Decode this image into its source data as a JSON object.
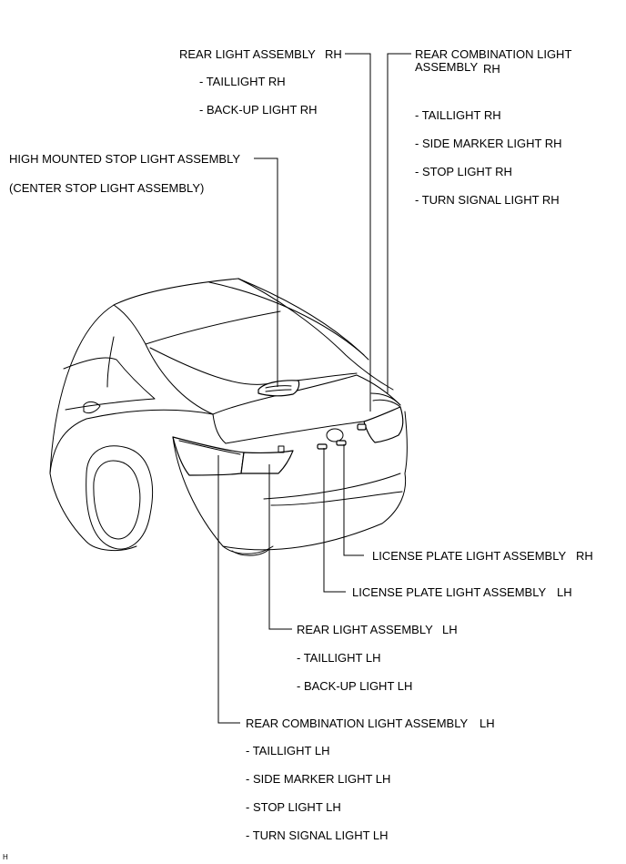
{
  "labels": {
    "rear_light_rh": {
      "title": "REAR LIGHT ASSEMBLY",
      "side": "RH",
      "items": [
        "- TAILLIGHT RH",
        "- BACK-UP LIGHT RH"
      ]
    },
    "rear_combination_rh": {
      "title_line1": "REAR COMBINATION LIGHT",
      "title_line2": "ASSEMBLY",
      "side": "RH",
      "items": [
        "- TAILLIGHT RH",
        "- SIDE MARKER LIGHT RH",
        "- STOP LIGHT RH",
        "- TURN SIGNAL LIGHT RH"
      ]
    },
    "high_mount_stop": {
      "line1": "HIGH MOUNTED STOP LIGHT ASSEMBLY",
      "line2": "(CENTER STOP LIGHT ASSEMBLY)"
    },
    "license_plate_rh": {
      "title": "LICENSE PLATE LIGHT ASSEMBLY",
      "side": "RH"
    },
    "license_plate_lh": {
      "title": "LICENSE PLATE LIGHT ASSEMBLY",
      "side": "LH"
    },
    "rear_light_lh": {
      "title": "REAR LIGHT ASSEMBLY",
      "side": "LH",
      "items": [
        "- TAILLIGHT LH",
        "- BACK-UP LIGHT LH"
      ]
    },
    "rear_combination_lh": {
      "title": "REAR COMBINATION LIGHT ASSEMBLY",
      "side": "LH",
      "items": [
        "- TAILLIGHT LH",
        "- SIDE MARKER LIGHT LH",
        "- STOP LIGHT LH",
        "- TURN SIGNAL LIGHT LH"
      ]
    }
  },
  "corner_mark": "H"
}
